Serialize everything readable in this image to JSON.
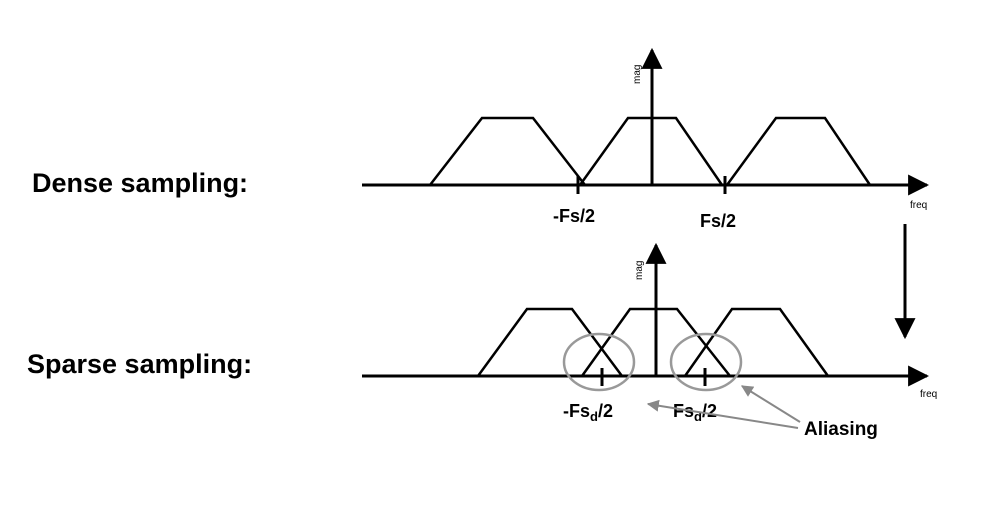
{
  "labels": {
    "dense": "Dense sampling:",
    "sparse": "Sparse sampling:"
  },
  "dense_plot": {
    "y_axis_label": "mag",
    "x_axis_label": "freq",
    "tick_left": "-Fs/2",
    "tick_right": "Fs/2"
  },
  "sparse_plot": {
    "y_axis_label": "mag",
    "x_axis_label": "freq",
    "tick_left_main": "-Fs",
    "tick_left_sub": "d",
    "tick_left_tail": "/2",
    "tick_right_main": "Fs",
    "tick_right_sub": "d",
    "tick_right_tail": "/2"
  },
  "annotation": {
    "aliasing": "Aliasing"
  },
  "colors": {
    "line": "#000000",
    "circle": "#999999",
    "arrow": "#888888"
  }
}
